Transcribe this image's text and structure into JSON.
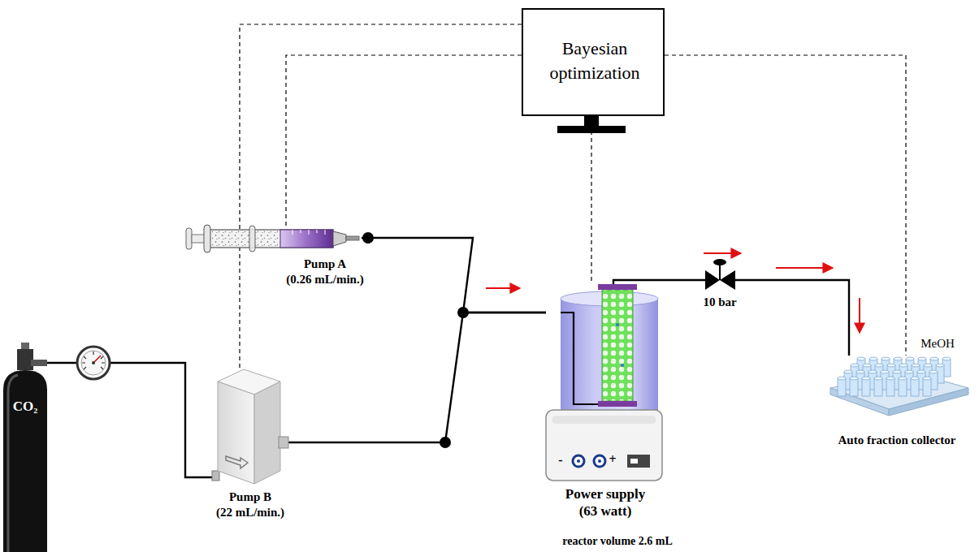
{
  "diagram": {
    "nodes": [
      {
        "text": [
          "Bayesian optimization"
        ]
      },
      {
        "text": [
          "Pump A (0.26 mL/min.)"
        ]
      },
      {
        "text": [
          "CO₂"
        ]
      },
      {
        "text": [
          "Pump B (22 mL/min.)"
        ]
      },
      {
        "text": [
          "Power supply (63 watt)"
        ]
      },
      {
        "text": [
          "10 bar"
        ]
      },
      {
        "text": [
          "MeOH",
          "Auto fraction collector"
        ]
      }
    ],
    "edges": [
      {
        "from": 2,
        "to": 3,
        "arrow": "none"
      },
      {
        "from": 1,
        "to": 4,
        "arrow": "none"
      },
      {
        "from": 3,
        "to": 4,
        "arrow": "none"
      },
      {
        "from": 4,
        "to": 5,
        "arrow": "none"
      },
      {
        "from": 5,
        "to": 6,
        "arrow": "none"
      },
      {
        "from": 0,
        "to": 1,
        "arrow": "none"
      },
      {
        "from": 0,
        "to": 3,
        "arrow": "none"
      },
      {
        "from": 0,
        "to": 4,
        "arrow": "none"
      },
      {
        "from": 0,
        "to": 6,
        "arrow": "none"
      }
    ],
    "labels": [
      "reactor volume 2.6 mL",
      "-",
      "+"
    ]
  }
}
